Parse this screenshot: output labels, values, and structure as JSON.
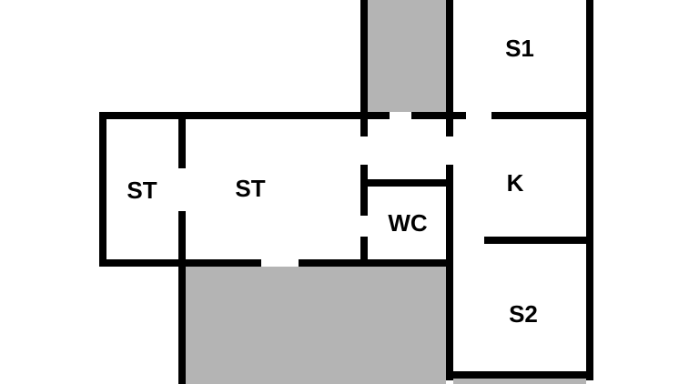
{
  "diagram": {
    "type": "floor-plan",
    "colors": {
      "wall": "#000000",
      "shaded_area": "#b4b4b4",
      "background": "#ffffff"
    },
    "rooms": [
      {
        "id": "s1",
        "label": "S1"
      },
      {
        "id": "st-left",
        "label": "ST"
      },
      {
        "id": "st-middle",
        "label": "ST"
      },
      {
        "id": "k",
        "label": "K"
      },
      {
        "id": "wc",
        "label": "WC"
      },
      {
        "id": "s2",
        "label": "S2"
      }
    ]
  }
}
